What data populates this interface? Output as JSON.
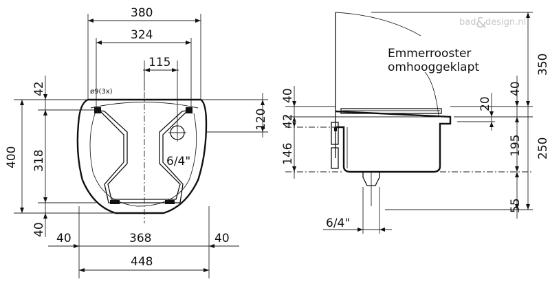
{
  "watermark": {
    "left": "bad",
    "amp": "&",
    "right": "design.nl"
  },
  "front_view": {
    "width_380": "380",
    "width_324": "324",
    "width_115": "115",
    "hole_label": "ø9(3x)",
    "height_42": "42",
    "height_120": "120",
    "height_400": "400",
    "height_318": "318",
    "height_40": "40",
    "outlet_label": "6/4\"",
    "margin_left_40": "40",
    "width_368": "368",
    "margin_right_40": "40",
    "width_448": "448"
  },
  "side_view": {
    "note_line1": "Emmerrooster",
    "note_line2": "omhooggeklapt",
    "height_40_left": "40",
    "height_42": "42",
    "height_146": "146",
    "dim_20": "20",
    "height_40_right": "40",
    "height_195": "195",
    "height_350": "350",
    "height_250": "250",
    "height_55": "55",
    "outlet_label": "6/4\""
  }
}
